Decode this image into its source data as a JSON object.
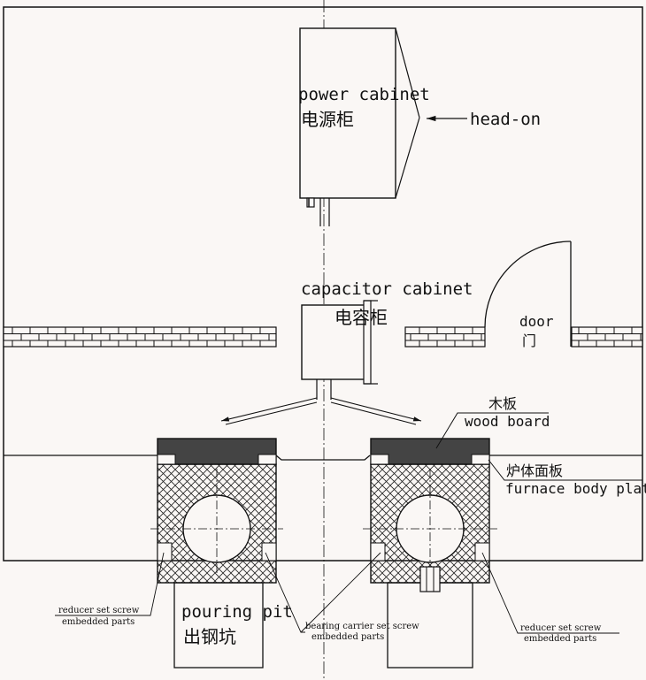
{
  "labels": {
    "power_cabinet": "power cabinet",
    "power_cabinet_cn": "电源柜",
    "head_on": "head-on",
    "capacitor_cabinet": "capacitor cabinet",
    "capacitor_cabinet_cn": "电容柜",
    "door": "door",
    "door_cn": "门",
    "wood_board_cn": "木板",
    "wood_board": "wood board",
    "furnace_plate_cn": "炉体面板",
    "furnace_plate": "furnace body plat",
    "pouring_pit": "pouring pit",
    "pouring_pit_cn": "出钢坑",
    "left_callout_line1": "reducer set screw",
    "left_callout_line2": "embedded parts",
    "mid_callout_line1": "bearing carrier set screw",
    "mid_callout_line2": "embedded parts",
    "right_callout_line1": "reducer set screw",
    "right_callout_line2": "embedded parts"
  }
}
